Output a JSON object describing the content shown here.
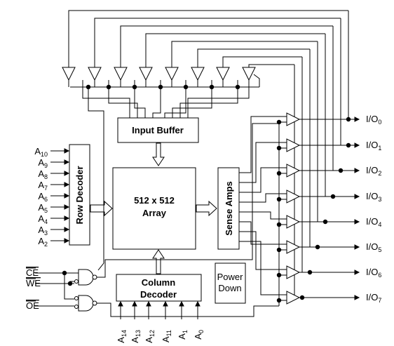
{
  "blocks": {
    "input_buffer": "Input Buffer",
    "array_line1": "512 x 512",
    "array_line2": "Array",
    "row_decoder": "Row Decoder",
    "sense_amps": "Sense Amps",
    "column_decoder_line1": "Column",
    "column_decoder_line2": "Decoder",
    "power_down_line1": "Power",
    "power_down_line2": "Down"
  },
  "row_address_pins": [
    {
      "base": "A",
      "sub": "10"
    },
    {
      "base": "A",
      "sub": "9"
    },
    {
      "base": "A",
      "sub": "8"
    },
    {
      "base": "A",
      "sub": "7"
    },
    {
      "base": "A",
      "sub": "6"
    },
    {
      "base": "A",
      "sub": "5"
    },
    {
      "base": "A",
      "sub": "4"
    },
    {
      "base": "A",
      "sub": "3"
    },
    {
      "base": "A",
      "sub": "2"
    }
  ],
  "column_address_pins": [
    {
      "base": "A",
      "sub": "14"
    },
    {
      "base": "A",
      "sub": "13"
    },
    {
      "base": "A",
      "sub": "12"
    },
    {
      "base": "A",
      "sub": "11"
    },
    {
      "base": "A",
      "sub": "1"
    },
    {
      "base": "A",
      "sub": "0"
    }
  ],
  "control_pins": [
    {
      "name": "CE",
      "overbar": true
    },
    {
      "name": "WE",
      "overbar": true
    },
    {
      "name": "OE",
      "overbar": true
    }
  ],
  "io_pins": [
    {
      "base": "I/O",
      "sub": "0"
    },
    {
      "base": "I/O",
      "sub": "1"
    },
    {
      "base": "I/O",
      "sub": "2"
    },
    {
      "base": "I/O",
      "sub": "3"
    },
    {
      "base": "I/O",
      "sub": "4"
    },
    {
      "base": "I/O",
      "sub": "5"
    },
    {
      "base": "I/O",
      "sub": "6"
    },
    {
      "base": "I/O",
      "sub": "7"
    }
  ]
}
